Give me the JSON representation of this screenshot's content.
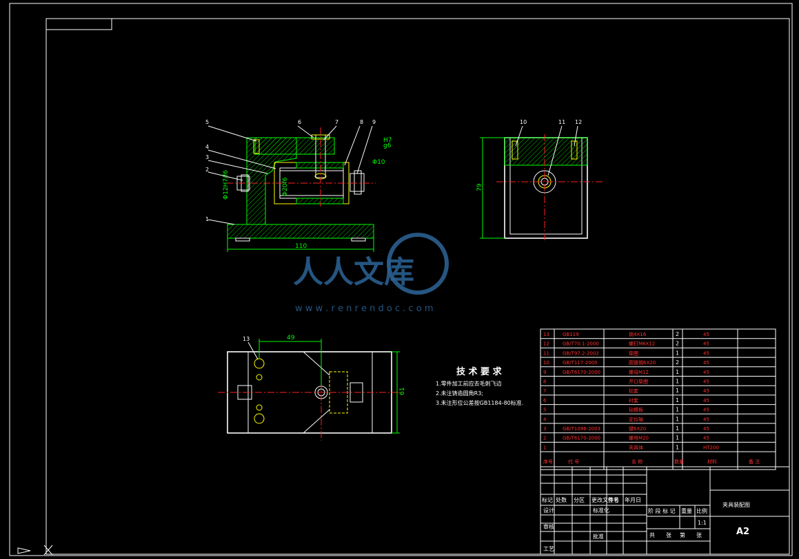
{
  "drawing": {
    "dimensions": {
      "front_width": "110",
      "side_height": "79",
      "top_width": "49",
      "top_height": "61",
      "dia_12": "Φ12H7/f6",
      "dia_20": "Φ20f6",
      "dia_10": "Φ10",
      "fit_h7": "H7",
      "fit_g6": "g6"
    },
    "balloons_front": [
      "1",
      "2",
      "3",
      "4",
      "5",
      "6",
      "7",
      "8",
      "9"
    ],
    "balloons_side": [
      "10",
      "11",
      "12"
    ],
    "balloons_top": [
      "13"
    ]
  },
  "tech_requirements": {
    "title": "技 术 要 求",
    "lines": [
      "1.零件加工前应去毛刺飞边",
      "2.未注铸造圆角R3;",
      "3.未注形位公差按GB1184-80标准."
    ]
  },
  "parts_list": [
    {
      "no": "13",
      "std": "GB119",
      "name": "销4X16",
      "qty": "2",
      "mat": "45"
    },
    {
      "no": "12",
      "std": "GB/T70.1-2000",
      "name": "螺钉M6X12",
      "qty": "2",
      "mat": "45"
    },
    {
      "no": "11",
      "std": "GB/T97.2-2002",
      "name": "垫圈",
      "qty": "1",
      "mat": "45"
    },
    {
      "no": "10",
      "std": "GB/T117-2000",
      "name": "圆锥销6X20",
      "qty": "2",
      "mat": "45"
    },
    {
      "no": "9",
      "std": "GB/T6170-2000",
      "name": "螺母M12",
      "qty": "1",
      "mat": "45"
    },
    {
      "no": "8",
      "std": "",
      "name": "开口垫圈",
      "qty": "1",
      "mat": "45"
    },
    {
      "no": "7",
      "std": "",
      "name": "钻套",
      "qty": "1",
      "mat": "45"
    },
    {
      "no": "6",
      "std": "",
      "name": "衬套",
      "qty": "1",
      "mat": "45"
    },
    {
      "no": "5",
      "std": "",
      "name": "钻模板",
      "qty": "1",
      "mat": "45"
    },
    {
      "no": "4",
      "std": "",
      "name": "定位轴",
      "qty": "1",
      "mat": "45"
    },
    {
      "no": "3",
      "std": "GB/T1096-2003",
      "name": "键6X20",
      "qty": "1",
      "mat": "45"
    },
    {
      "no": "2",
      "std": "GB/T6170-2000",
      "name": "螺母M20",
      "qty": "1",
      "mat": "45"
    },
    {
      "no": "1",
      "std": "",
      "name": "夹具体",
      "qty": "1",
      "mat": "HT200"
    }
  ],
  "parts_header": {
    "no": "序号",
    "std": "代 号",
    "name": "名 称",
    "qty": "数量",
    "mat": "材料",
    "note": "备 注"
  },
  "title_block": {
    "drawing_name": "夹具装配图",
    "sheet_size": "A2",
    "scale": "1:1",
    "labels_row": [
      "标记",
      "处数",
      "分区",
      "更改文件号",
      "签名",
      "年月日"
    ],
    "role_labels": [
      "设计",
      "审核",
      "工艺"
    ],
    "std_labels": [
      "标准化",
      "批准"
    ],
    "stage_labels": [
      "阶 段 标 记",
      "重量",
      "比例"
    ],
    "sheet_labels": [
      "共",
      "张",
      "第",
      "张"
    ]
  },
  "watermark": {
    "text": "人人文库",
    "url": "w w w . r e n r e n d o c . c o m"
  }
}
